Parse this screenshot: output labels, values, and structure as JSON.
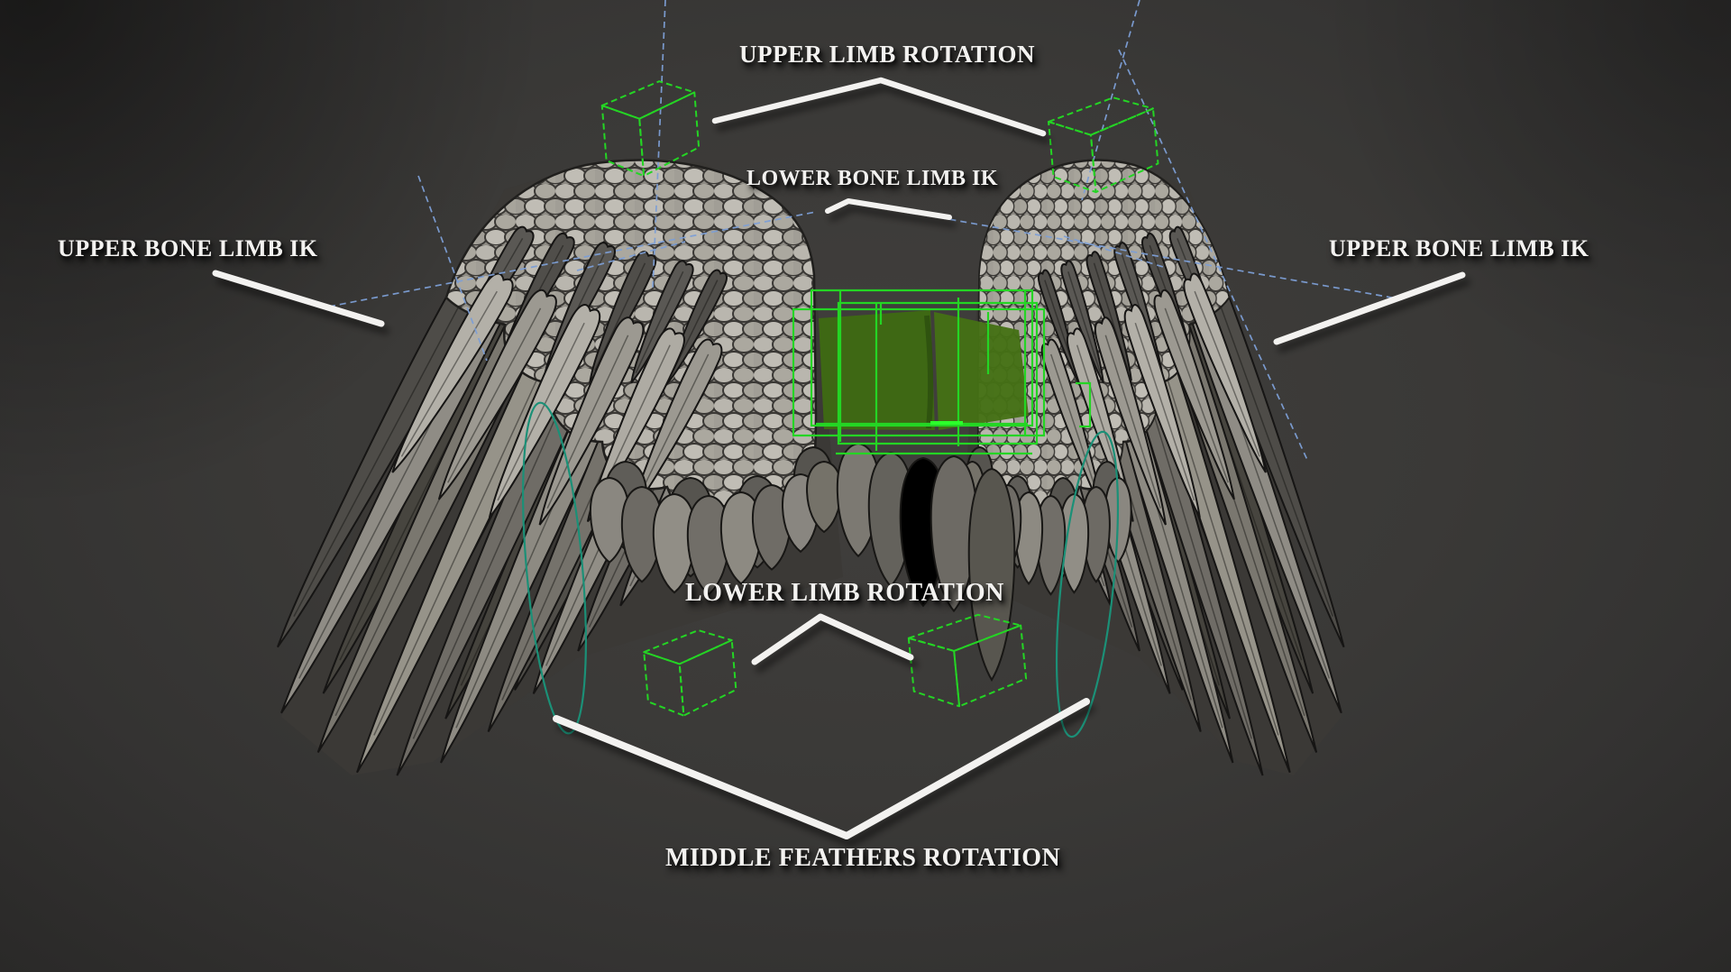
{
  "labels": {
    "upper_limb_rotation": "UPPER LIMB ROTATION",
    "lower_bone_limb_ik": "LOWER BONE LIMB IK",
    "upper_bone_limb_ik_left": "UPPER BONE LIMB IK",
    "upper_bone_limb_ik_right": "UPPER BONE LIMB IK",
    "lower_limb_rotation": "LOWER LIMB ROTATION",
    "middle_feathers_rotation": "MIDDLE FEATHERS ROTATION"
  },
  "colors": {
    "control_green": "#24d524",
    "selected_fill_green_left": "#3e6a13",
    "selected_fill_green_right": "#457015",
    "bone_blue": "#7d9fd6",
    "controller_curve_teal": "#1b9077",
    "annotation_white": "#f3f2f0",
    "background_gray": "#3a3937"
  },
  "glyphs": {
    "rotation-control-cube": "green dashed wireframe cube",
    "ik-bone-line": "blue dashed line",
    "controller-curve": "teal ellipse curve",
    "annotation-pointer-line": "white pointer line",
    "selected-box": "green wireframe box cluster with dark green fill"
  }
}
